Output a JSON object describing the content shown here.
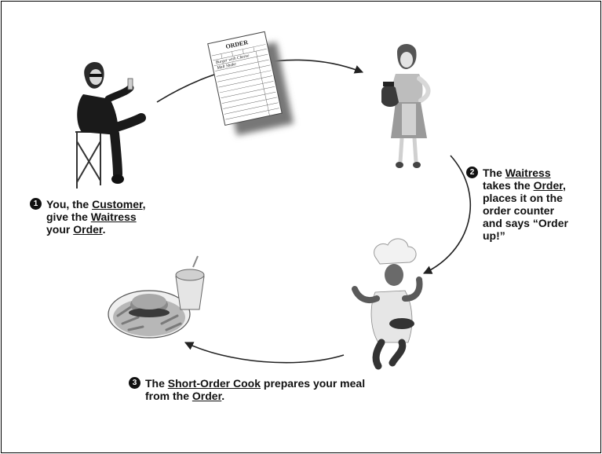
{
  "order_slip": {
    "title": "ORDER",
    "lines": [
      "Burger with Cheese",
      "Malt Shake"
    ]
  },
  "steps": [
    {
      "number": "1",
      "parts": [
        "You, the ",
        "Customer",
        ",",
        "give the ",
        "Waitress",
        "your ",
        "Order",
        "."
      ]
    },
    {
      "number": "2",
      "parts": [
        "The ",
        "Waitress",
        "takes the ",
        "Order",
        ",",
        "places it on the",
        "order counter",
        "and says “Order",
        "up!”"
      ]
    },
    {
      "number": "3",
      "parts": [
        "The ",
        "Short-Order Cook",
        " prepares your meal",
        "from the ",
        "Order",
        "."
      ]
    }
  ]
}
